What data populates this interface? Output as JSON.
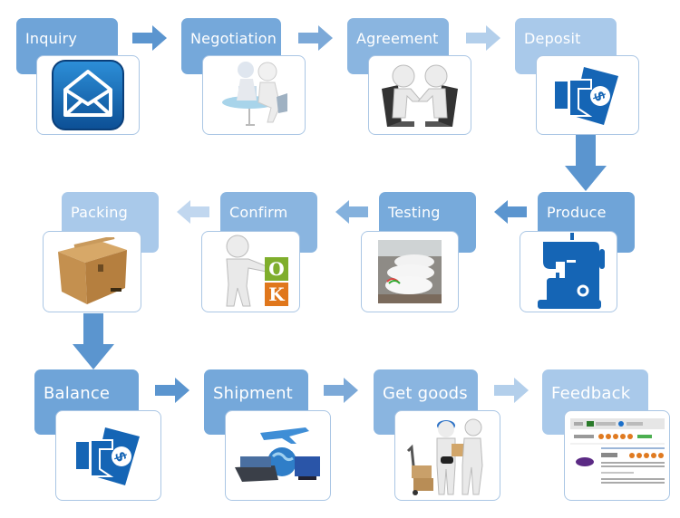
{
  "title": "Order process flow",
  "colors": {
    "step_dark": "#6fa4d8",
    "step_mid": "#80afdd",
    "step_light": "#95bce3",
    "step_lightest": "#aac8ea",
    "icon_blue": "#1565b5",
    "card_border": "#aac6e4"
  },
  "steps": [
    {
      "label": "Inquiry",
      "icon": "envelope-icon"
    },
    {
      "label": "Negotiation",
      "icon": "meeting-people-icon"
    },
    {
      "label": "Agreement",
      "icon": "handshake-icon"
    },
    {
      "label": "Deposit",
      "icon": "hand-money-icon"
    },
    {
      "label": "Produce",
      "icon": "sewing-machine-icon"
    },
    {
      "label": "Testing",
      "icon": "testing-photo-icon"
    },
    {
      "label": "Confirm",
      "icon": "ok-blocks-icon"
    },
    {
      "label": "Packing",
      "icon": "cardboard-box-icon"
    },
    {
      "label": "Balance",
      "icon": "hand-money-icon"
    },
    {
      "label": "Shipment",
      "icon": "shipping-globe-icon"
    },
    {
      "label": "Get goods",
      "icon": "delivery-icon"
    },
    {
      "label": "Feedback",
      "icon": "review-screenshot-icon"
    }
  ],
  "ok_blocks": {
    "top": "O",
    "bottom": "K"
  },
  "money_symbol": "$"
}
